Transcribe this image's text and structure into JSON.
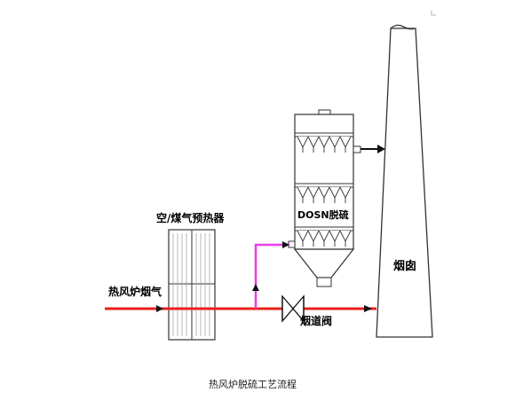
{
  "labels": {
    "heater_flue_gas": "热风炉烟气",
    "preheater": "空/煤气预热器",
    "dosn": "DOSN脱硫",
    "chimney": "烟囱",
    "damper": "烟道阀",
    "caption": "热风炉脱硫工艺流程"
  },
  "colors": {
    "main_flow": "#e8201c",
    "bypass_flow": "#e83ee8",
    "outline": "#222222"
  }
}
